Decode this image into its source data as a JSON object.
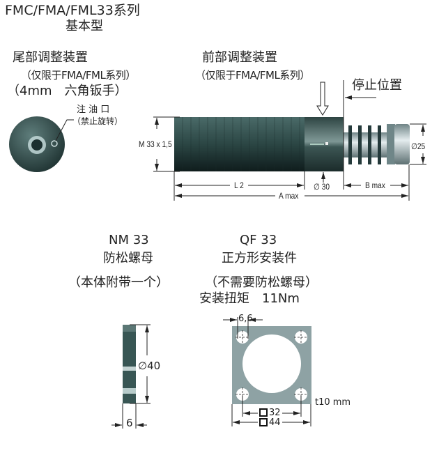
{
  "title": "FMC/FMA/FML33系列",
  "subtitle": "基本型",
  "rear_adjust": {
    "title": "尾部调整装置",
    "note": "（仅限于FMA/FML系列）",
    "tool": "（4mm　六角钣手）",
    "oil_port": "注 油 口",
    "oil_port_note": "（禁止旋转）"
  },
  "front_adjust": {
    "title": "前部调整装置",
    "note": "（仅限于FMA/FML系列）",
    "stop_position": "停止位置"
  },
  "shock_absorber_dims": {
    "thread": "M 33 x 1,5",
    "l2": "L 2",
    "a_max": "A max",
    "b_max": "B max",
    "body_dia": "∅ 30",
    "rod_dia": "∅25"
  },
  "nut": {
    "model": "NM 33",
    "name": "防松螺母",
    "note": "（本体附带一个）",
    "dia": "∅40",
    "thickness": "6"
  },
  "flange": {
    "model": "QF 33",
    "name": "正方形安装件",
    "note": "（不需要防松螺母）",
    "torque": "安装扭矩　11Nm",
    "hole": "6,6",
    "thickness": "t10 mm",
    "hole_pitch": "32",
    "size": "44"
  },
  "colors": {
    "body": "#2f4a48",
    "steel": "#a9b9bb",
    "line": "#222222"
  }
}
